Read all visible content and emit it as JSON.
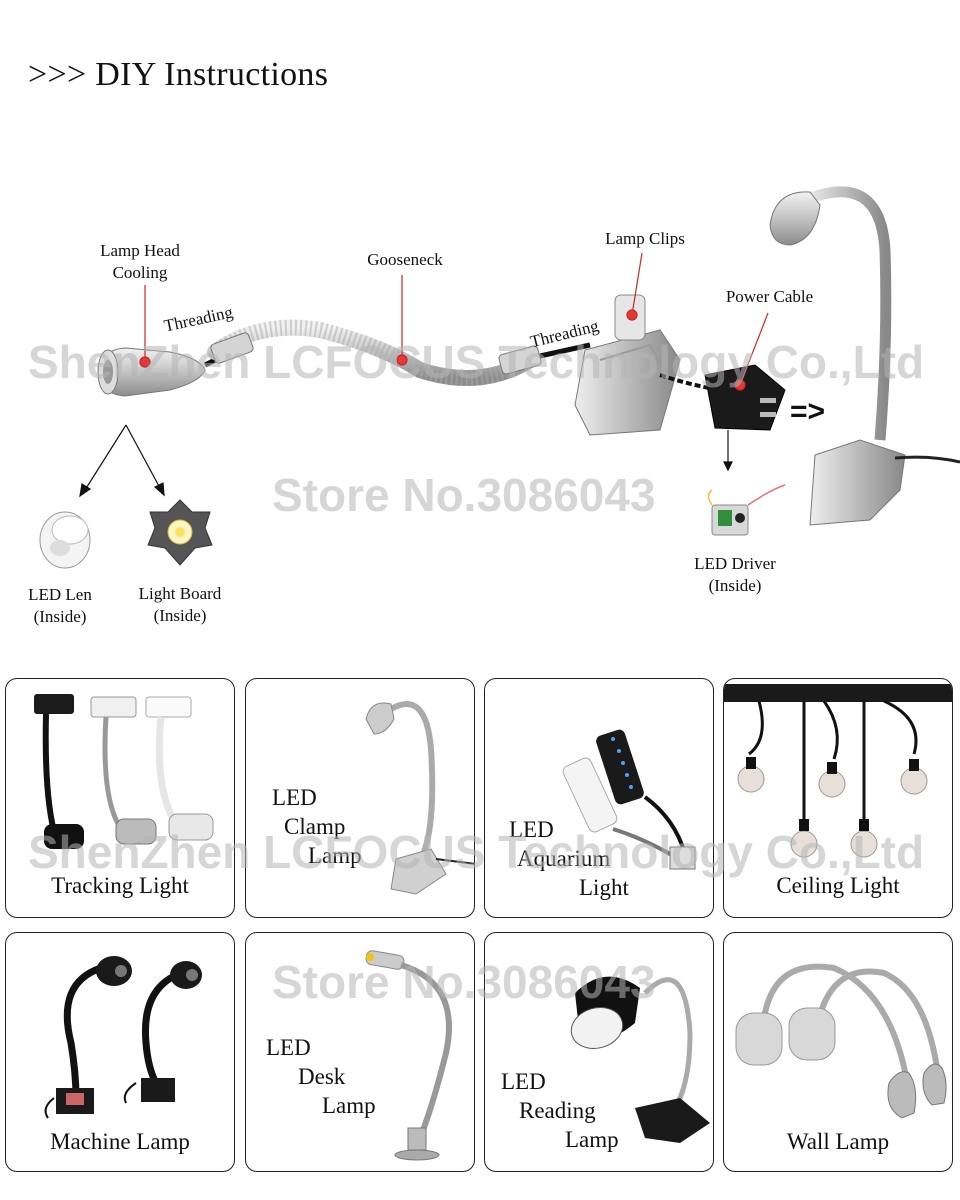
{
  "header": {
    "title": ">>> DIY Instructions"
  },
  "diagram": {
    "lamp_head_cooling": "Lamp Head Cooling",
    "gooseneck": "Gooseneck",
    "lamp_clips": "Lamp Clips",
    "power_cable": "Power Cable",
    "threading_left": "Threading",
    "threading_right": "Threading",
    "led_len": "LED Len",
    "led_len_sub": "(Inside)",
    "light_board": "Light Board",
    "light_board_sub": "(Inside)",
    "led_driver": "LED Driver",
    "led_driver_sub": "(Inside)",
    "arrow": "=>"
  },
  "watermarks": {
    "company": "ShenZhen LCFOCUS Technology Co.,Ltd",
    "store": "Store No.3086043"
  },
  "products": {
    "tracking_light": "Tracking Light",
    "clamp_lamp": [
      "LED",
      "Clamp",
      "Lamp"
    ],
    "aquarium_light": [
      "LED",
      "Aquarium",
      "Light"
    ],
    "ceiling_light": "Ceiling Light",
    "machine_lamp": "Machine Lamp",
    "desk_lamp": [
      "LED",
      "Desk",
      "Lamp"
    ],
    "reading_lamp": [
      "LED",
      "Reading",
      "Lamp"
    ],
    "wall_lamp": "Wall Lamp"
  }
}
